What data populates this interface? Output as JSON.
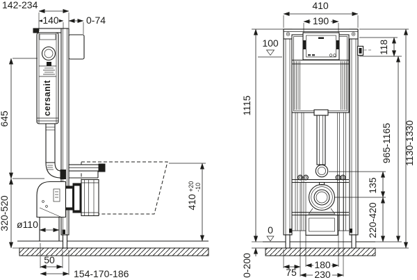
{
  "colors": {
    "ink": "#1d1d1b",
    "paper": "#ffffff",
    "muted_dash": "#8a8a8a"
  },
  "brand": {
    "logo": "cersanit"
  },
  "side_view": {
    "dims": {
      "depth_total": "142-234",
      "cistern_depth": "140",
      "wall_gap": "0-74",
      "top_height": "645",
      "outlet_height": "320-520",
      "drain_dia": "ø110",
      "foot_depth": "50",
      "axis_range": "154-170-186",
      "bowl_height": "410",
      "bowl_tol_up": "+20",
      "bowl_tol_down": "-10"
    }
  },
  "front_view": {
    "dims": {
      "frame_width": "410",
      "panel_width": "190",
      "level_top": "100",
      "panel_height": "118",
      "frame_height": "1115",
      "flush_range": "965-1165",
      "total_range": "1130-1330",
      "offset_135": "135",
      "outlet_range": "220-420",
      "level_zero": "0",
      "floor_range": "0-200",
      "stud_edge": "75",
      "stud_inner": "180",
      "stud_outer": "230"
    }
  }
}
